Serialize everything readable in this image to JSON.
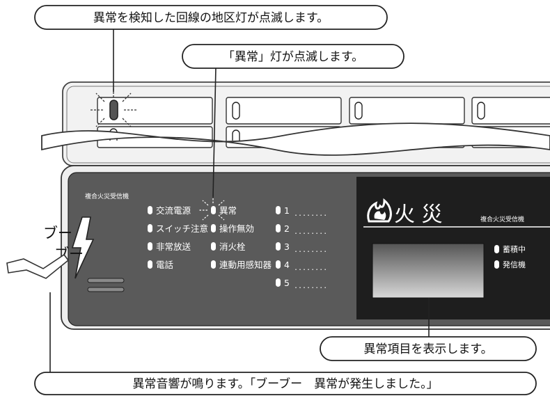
{
  "callouts": {
    "top": "異常を検知した回線の地区灯が点滅します。",
    "middle": "「異常」灯が点滅します。",
    "display": "異常項目を表示します。",
    "bottom": "異常音響が鳴ります。「ブーブー　異常が発生しました。」"
  },
  "sound_effect": {
    "line1": "ブー",
    "line2": "ブー"
  },
  "panel": {
    "model_small": "複合火災受信機",
    "indicators_col1": [
      "交流電源",
      "スイッチ注意",
      "非常放送",
      "電話"
    ],
    "indicators_col2": [
      "異常",
      "操作無効",
      "消火栓",
      "連動用感知器"
    ],
    "circuits": [
      "1",
      "2",
      "3",
      "4",
      "5"
    ],
    "circuit_dots": "........",
    "brand_title": "火 災",
    "brand_sub": "複合火災受信機",
    "status_lamps": [
      "蓄積中",
      "発信機"
    ]
  },
  "colors": {
    "panel_gray": "#5a5a5a",
    "panel_black": "#1e1e1e",
    "outline": "#222222"
  }
}
